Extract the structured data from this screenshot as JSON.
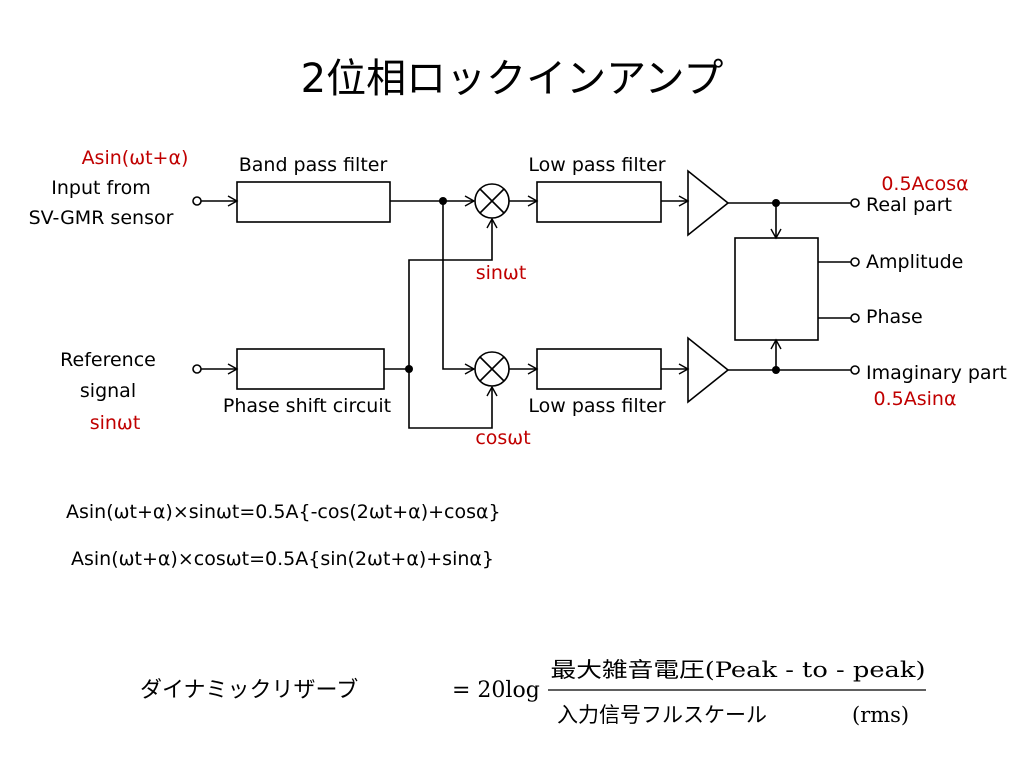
{
  "title": "2位相ロックインアンプ",
  "colors": {
    "red": "#c00000",
    "black": "#000000"
  },
  "diagram": {
    "input_signal": "Asin(ωt+α)",
    "input_label_1": "Input from",
    "input_label_2": "SV-GMR sensor",
    "band_pass": "Band pass filter",
    "low_pass_top": "Low pass filter",
    "low_pass_bottom": "Low pass filter",
    "phase_shift": "Phase shift circuit",
    "reference_label_1": "Reference",
    "reference_label_2": "signal",
    "reference_signal": "sinωt",
    "mixer_top_ref": "sinωt",
    "mixer_bottom_ref": "cosωt",
    "real_value": "0.5Acosα",
    "real_part": "Real part",
    "amplitude": "Amplitude",
    "phase": "Phase",
    "imaginary_part": "Imaginary part",
    "imag_value": "0.5Asinα"
  },
  "equations": {
    "eq1": "Asin(ωt+α)×sinωt=0.5A{-cos(2ωt+α)+cosα}",
    "eq2": "Asin(ωt+α)×cosωt=0.5A{sin(2ωt+α)+sinα}"
  },
  "dynamic_reserve": {
    "label": "ダイナミックリザーブ",
    "equals": "= 20log",
    "numerator": "最大雑音電圧(Peak - to - peak)",
    "denominator": "入力信号フルスケール",
    "denominator_unit": "(rms)"
  }
}
